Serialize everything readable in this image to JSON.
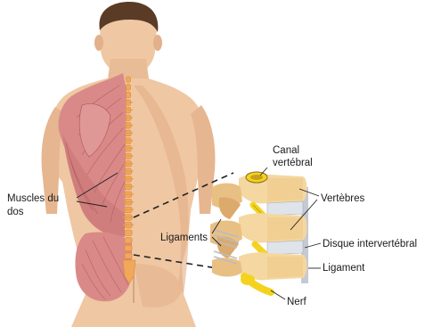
{
  "labels": {
    "canal_line1": "Canal",
    "canal_line2": "vertébral",
    "muscles_line1": "Muscles du",
    "muscles_line2": "dos",
    "vertebres": "Vertèbres",
    "ligaments": "Ligaments",
    "disque": "Disque intervertébral",
    "ligament": "Ligament",
    "nerf": "Nerf"
  },
  "colors": {
    "skin": "#efc7a3",
    "skin_shadow": "#d9a27c",
    "hair": "#5a3b26",
    "muscle": "#d98a88",
    "muscle_line": "#b35b5c",
    "spine": "#f2a85a",
    "bone": "#f4d7a1",
    "bone_shadow": "#d9a86a",
    "nerve": "#f4d31e",
    "disc": "#dfe3ea",
    "ligament_band": "#b9bcc4"
  }
}
